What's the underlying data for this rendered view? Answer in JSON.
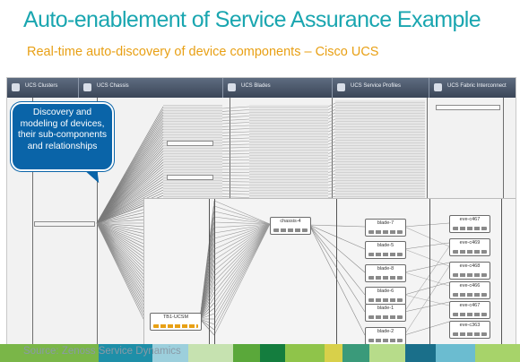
{
  "slide": {
    "title": "Auto-enablement of Service Assurance Example",
    "subtitle": "Real-time auto-discovery of device components – Cisco UCS",
    "source": "Source: Zenoss Service Dynamics"
  },
  "callout": {
    "text": "Discovery and modeling of devices, their sub-components and relationships"
  },
  "columns": [
    {
      "label": "UCS Clusters"
    },
    {
      "label": "UCS Chassis"
    },
    {
      "label": "UCS Blades"
    },
    {
      "label": "UCS Service Profiles"
    },
    {
      "label": "UCS Fabric Interconnect"
    }
  ],
  "zoom_nodes": {
    "root": "TB1-UCSM",
    "chassis": "chassis-4",
    "blades": [
      "blade-7",
      "blade-5",
      "blade-8",
      "blade-6",
      "blade-1",
      "blade-2"
    ],
    "ports": [
      "eve-c467",
      "eve-c469",
      "eve-c468",
      "eve-c466",
      "eve-c467",
      "eve-c363"
    ]
  },
  "colors": {
    "title": "#1aa6b0",
    "subtitle": "#e8a015",
    "callout": "#0a64a8",
    "header_bar": "#4a5669"
  }
}
